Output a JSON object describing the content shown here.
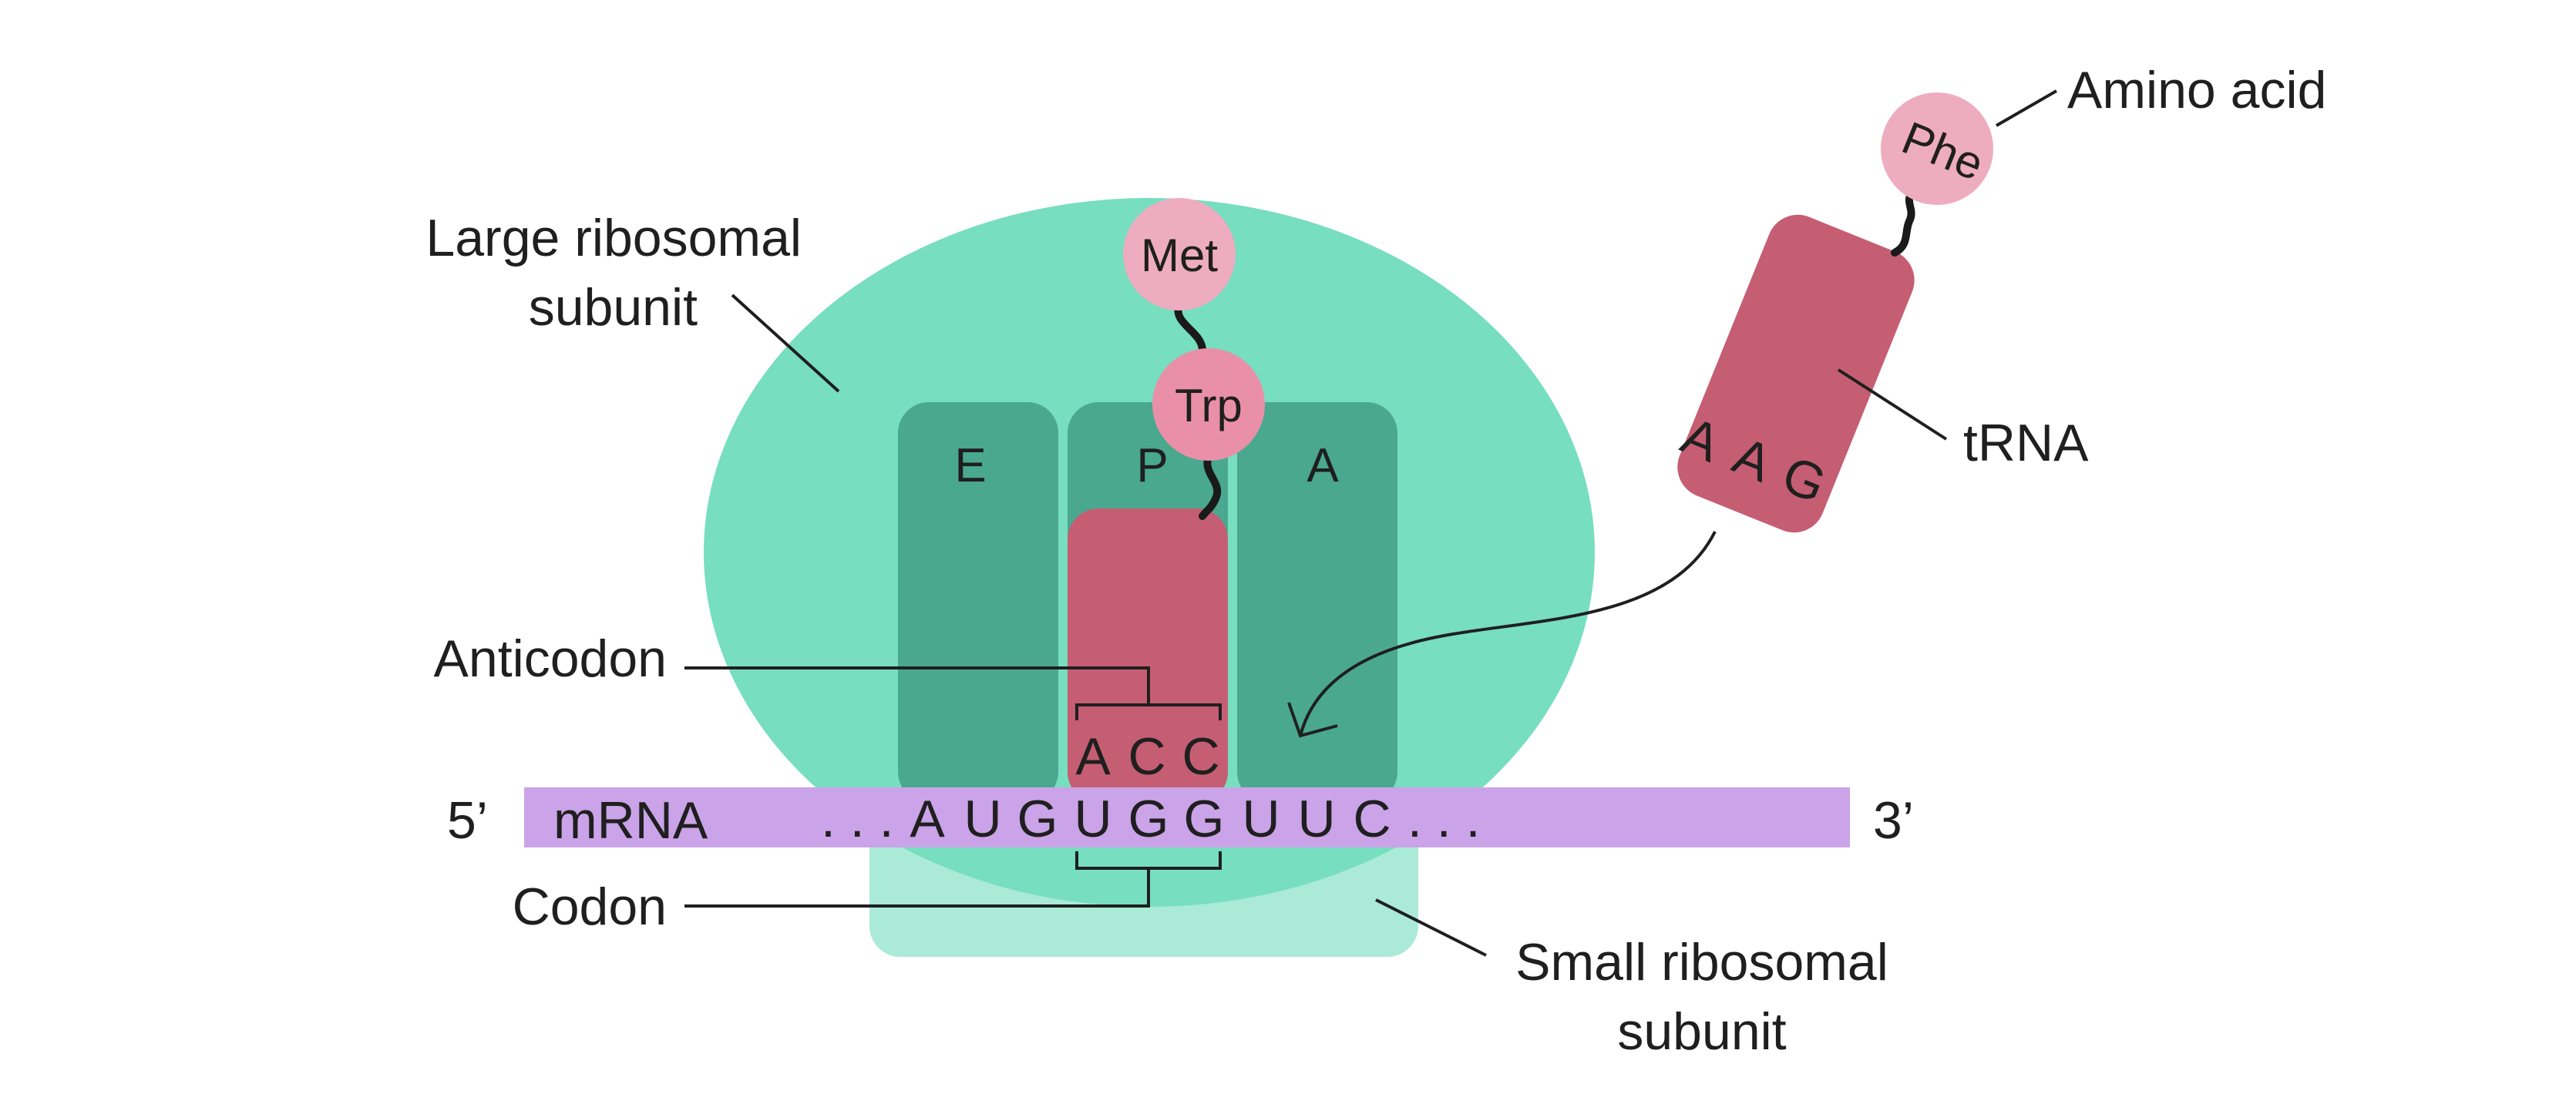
{
  "labels": {
    "large_subunit_line1": "Large ribosomal",
    "large_subunit_line2": "subunit",
    "small_subunit_line1": "Small ribosomal",
    "small_subunit_line2": "subunit",
    "anticodon": "Anticodon",
    "codon": "Codon",
    "mrna": "mRNA",
    "five_prime": "5’",
    "three_prime": "3’",
    "trna": "tRNA",
    "amino_acid": "Amino acid"
  },
  "sites": {
    "e": "E",
    "p": "P",
    "a": "A"
  },
  "amino_acids": {
    "met": "Met",
    "trp": "Trp",
    "phe": "Phe"
  },
  "bound_trna": {
    "anticodon": [
      "A",
      "C",
      "C"
    ]
  },
  "incoming_trna": {
    "anticodon": [
      "A",
      "A",
      "G"
    ]
  },
  "mrna_sequence": {
    "leading_ellipsis": ". . .",
    "bases": [
      "A",
      "U",
      "G",
      "U",
      "G",
      "G",
      "U",
      "U",
      "C"
    ],
    "trailing_ellipsis": ". . ."
  },
  "colors": {
    "large_subunit": "#77dec0",
    "site_pocket": "#4aa88f",
    "small_subunit": "#aaead7",
    "trna": "#c55e72",
    "amino_acid_light": "#eeacc1",
    "amino_acid_trp": "#e990a8",
    "mrna": "#caa3e8"
  }
}
